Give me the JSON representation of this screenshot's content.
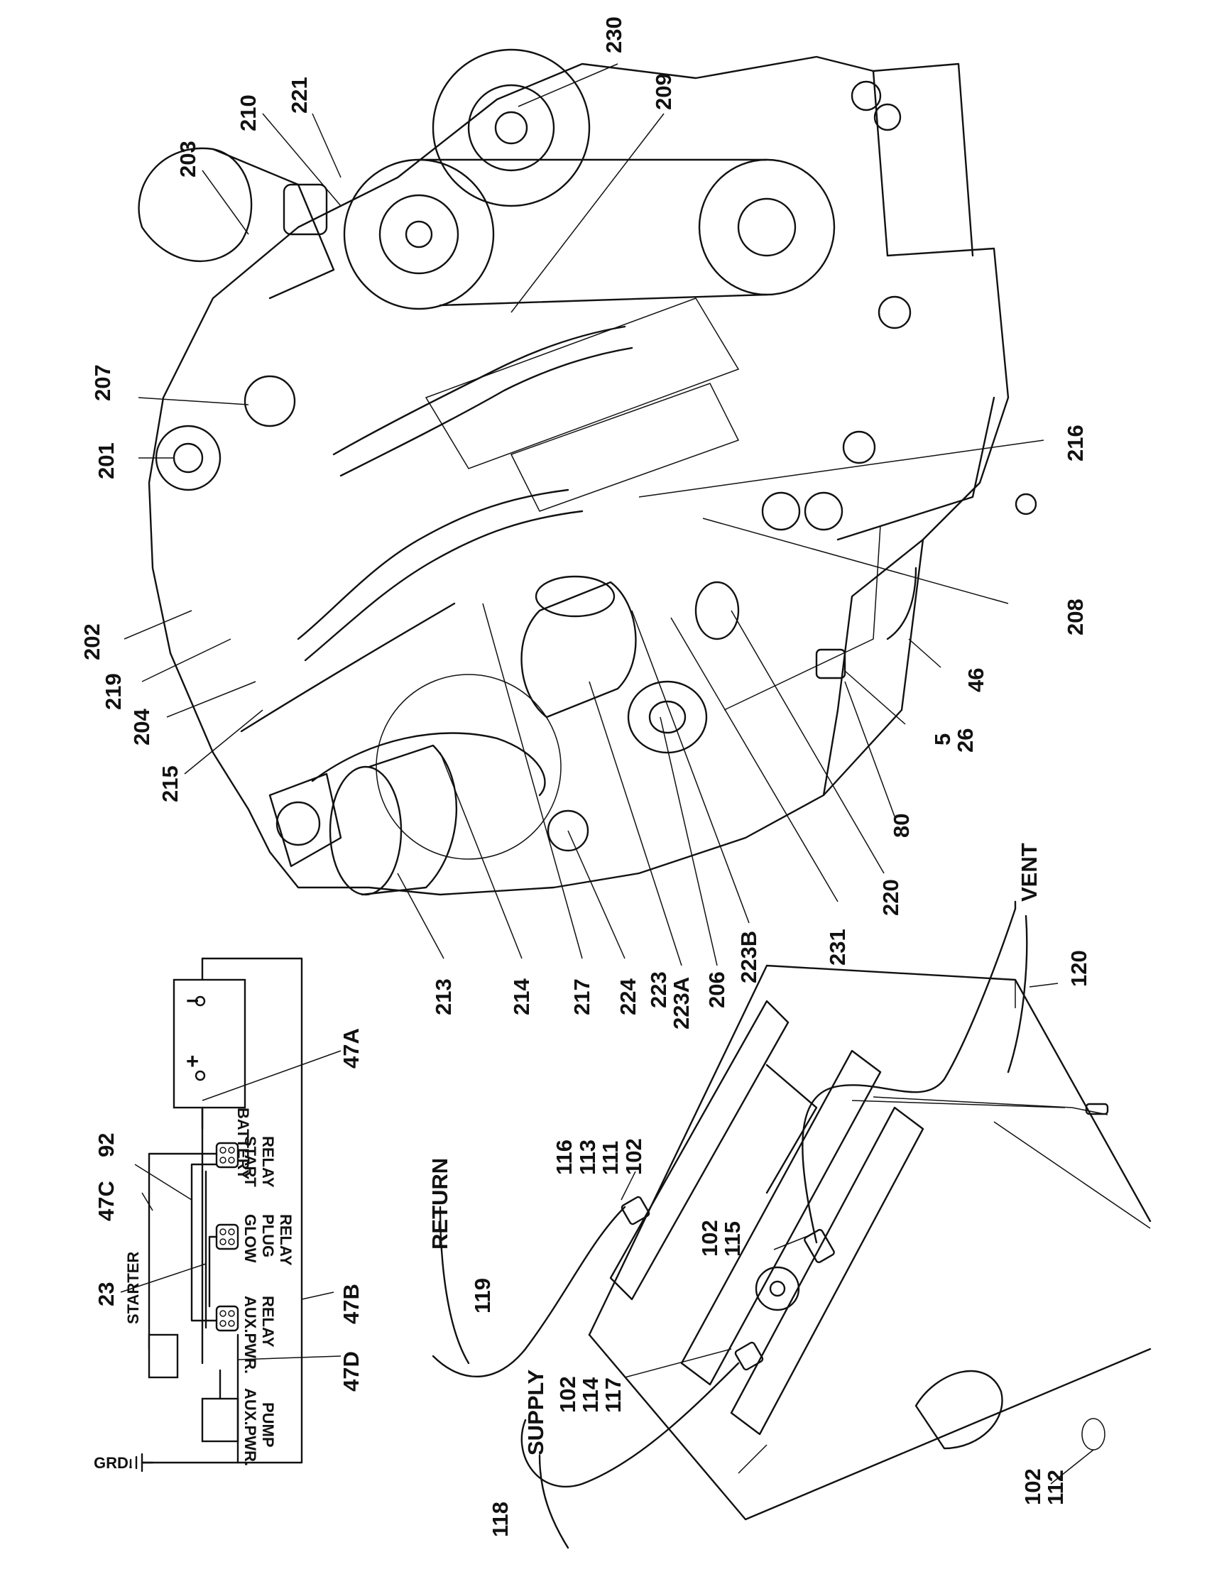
{
  "diagram": {
    "callouts": [
      {
        "id": "c230",
        "text": "230"
      },
      {
        "id": "c209",
        "text": "209"
      },
      {
        "id": "c221",
        "text": "221"
      },
      {
        "id": "c210",
        "text": "210"
      },
      {
        "id": "c203",
        "text": "203"
      },
      {
        "id": "c207",
        "text": "207"
      },
      {
        "id": "c201",
        "text": "201"
      },
      {
        "id": "c216",
        "text": "216"
      },
      {
        "id": "c208",
        "text": "208"
      },
      {
        "id": "c202",
        "text": "202"
      },
      {
        "id": "c219",
        "text": "219"
      },
      {
        "id": "c204",
        "text": "204"
      },
      {
        "id": "c215",
        "text": "215"
      },
      {
        "id": "c46",
        "text": "46"
      },
      {
        "id": "c5",
        "text": "5"
      },
      {
        "id": "c26",
        "text": "26"
      },
      {
        "id": "c80",
        "text": "80"
      },
      {
        "id": "c220",
        "text": "220"
      },
      {
        "id": "c231",
        "text": "231"
      },
      {
        "id": "c223b",
        "text": "223B"
      },
      {
        "id": "c206",
        "text": "206"
      },
      {
        "id": "c223a",
        "text": "223A"
      },
      {
        "id": "c223",
        "text": "223"
      },
      {
        "id": "c224",
        "text": "224"
      },
      {
        "id": "c217",
        "text": "217"
      },
      {
        "id": "c214",
        "text": "214"
      },
      {
        "id": "c213",
        "text": "213"
      },
      {
        "id": "cvent",
        "text": "VENT"
      },
      {
        "id": "c120",
        "text": "120"
      },
      {
        "id": "c47a",
        "text": "47A"
      },
      {
        "id": "c92",
        "text": "92"
      },
      {
        "id": "c47c",
        "text": "47C"
      },
      {
        "id": "c23",
        "text": "23"
      },
      {
        "id": "c47b",
        "text": "47B"
      },
      {
        "id": "c47d",
        "text": "47D"
      },
      {
        "id": "creturn",
        "text": "RETURN"
      },
      {
        "id": "c116",
        "text": "116"
      },
      {
        "id": "c113",
        "text": "113"
      },
      {
        "id": "c111",
        "text": "111"
      },
      {
        "id": "c102a",
        "text": "102"
      },
      {
        "id": "c102b",
        "text": "102"
      },
      {
        "id": "c115",
        "text": "115"
      },
      {
        "id": "c119",
        "text": "119"
      },
      {
        "id": "csupply",
        "text": "SUPPLY"
      },
      {
        "id": "c102c",
        "text": "102"
      },
      {
        "id": "c114",
        "text": "114"
      },
      {
        "id": "c117",
        "text": "117"
      },
      {
        "id": "c118",
        "text": "118"
      },
      {
        "id": "c102d",
        "text": "102"
      },
      {
        "id": "c112",
        "text": "112"
      }
    ],
    "wiring_labels": {
      "battery": "BATTERY",
      "plus": "+",
      "minus": "−",
      "start_relay_1": "START",
      "start_relay_2": "RELAY",
      "glow_1": "GLOW",
      "glow_2": "PLUG",
      "glow_3": "RELAY",
      "aux_relay_1": "AUX.PWR.",
      "aux_relay_2": "RELAY",
      "starter": "STARTER",
      "aux_pump_1": "AUX.PWR.",
      "aux_pump_2": "PUMP",
      "ground": "GRD."
    }
  }
}
